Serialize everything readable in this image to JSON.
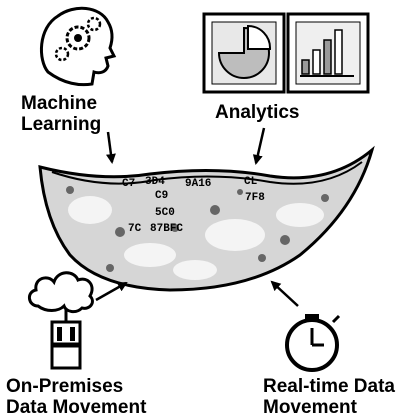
{
  "labels": {
    "machine_learning": [
      "Machine",
      "Learning"
    ],
    "analytics": "Analytics",
    "on_premises": [
      "On-Premises",
      "Data Movement"
    ],
    "realtime": [
      "Real-time Data",
      "Movement"
    ]
  },
  "lake_snippets": [
    "C7",
    "3D4",
    "9A16",
    "CL",
    "C9",
    "7F8",
    "5C0",
    "7C",
    "87BFC"
  ],
  "icons": {
    "brain": "brain-gears-icon",
    "pie": "pie-chart-icon",
    "bars": "bar-chart-icon",
    "cloud": "cloud-server-icon",
    "clock": "stopwatch-icon"
  },
  "colors": {
    "ink": "#000000",
    "lake_fill": "#d6d6d6",
    "background": "#ffffff"
  }
}
